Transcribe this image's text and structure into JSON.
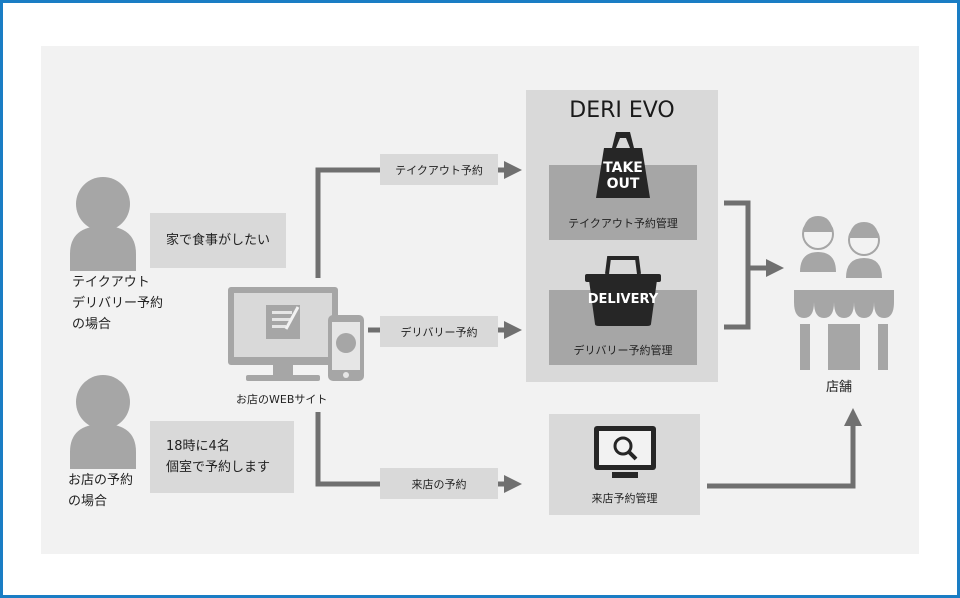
{
  "actors": {
    "takeout_label": "テイクアウト\nデリバリー予約\nの場合",
    "reserve_label": "お店の予約\nの場合"
  },
  "bubbles": {
    "takeout": "家で食事がしたい",
    "reserve": "18時に4名\n個室で予約します"
  },
  "website": {
    "label": "お店のWEBサイト"
  },
  "flows": {
    "takeout": "テイクアウト予約",
    "delivery": "デリバリー予約",
    "visit": "来店の予約"
  },
  "deri_evo": {
    "title": "DERI EVO",
    "takeout_bag_text_1": "TAKE",
    "takeout_bag_text_2": "OUT",
    "takeout_block": "テイクアウト予約管理",
    "delivery_bag_text": "DELIVERY",
    "delivery_block": "デリバリー予約管理"
  },
  "visit_block": {
    "label": "来店予約管理"
  },
  "store": {
    "label": "店舗"
  },
  "colors": {
    "border": "#1a7dc4",
    "panel": "#f2f2f2",
    "box": "#d9d9d9",
    "dark_block": "#a6a6a6",
    "arrow": "#707070",
    "figure": "#a6a6a6"
  }
}
